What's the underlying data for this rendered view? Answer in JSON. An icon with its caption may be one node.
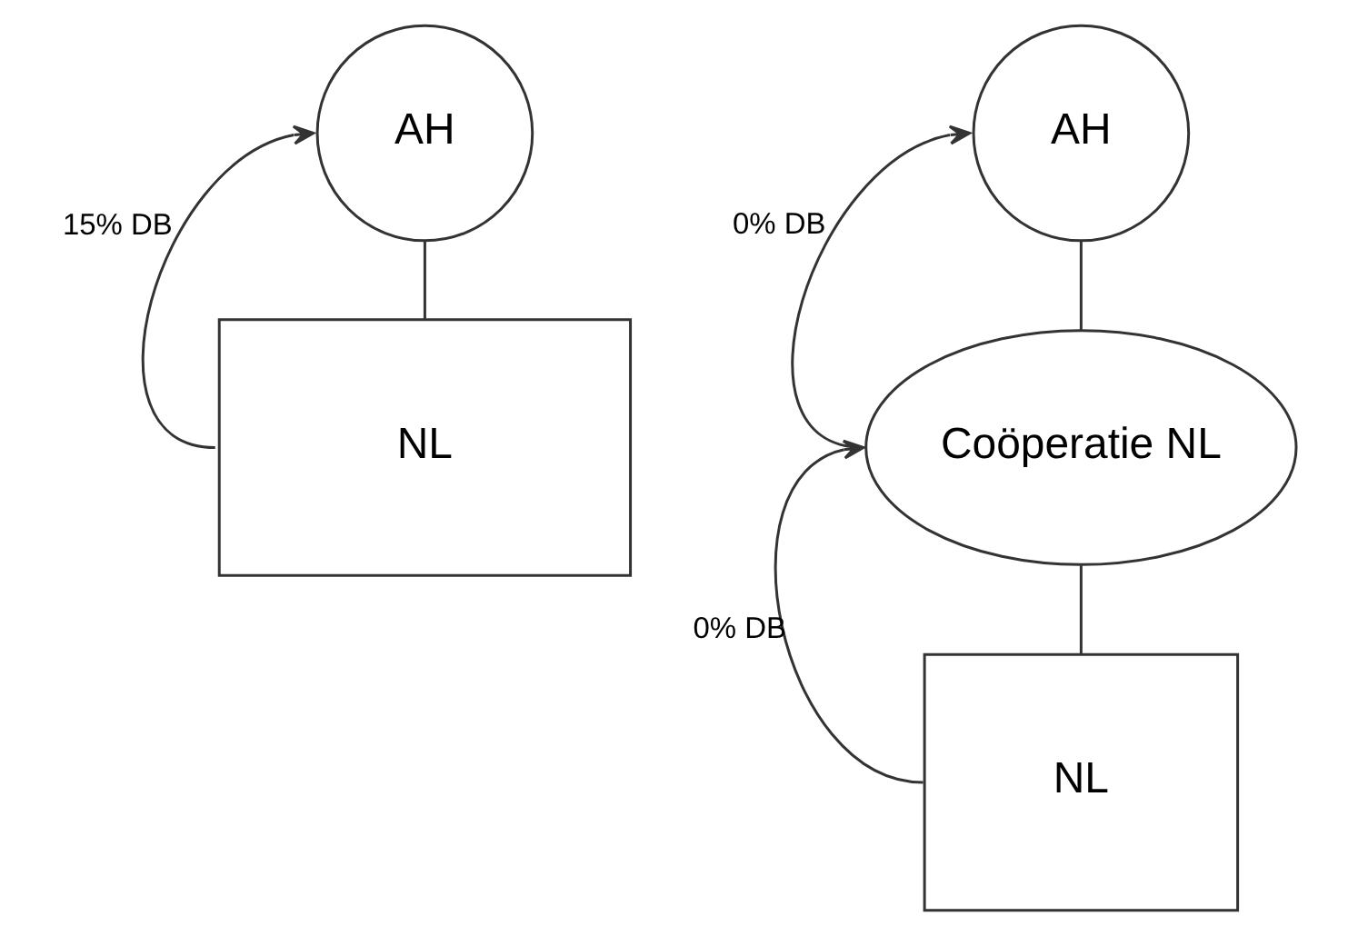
{
  "diagram": {
    "nodes": [
      {
        "text": [
          "AH"
        ]
      },
      {
        "text": [
          "NL"
        ]
      },
      {
        "text": [
          "AH"
        ]
      },
      {
        "text": [
          "Coöperatie NL"
        ]
      },
      {
        "text": [
          "NL"
        ]
      }
    ],
    "edges": [
      {
        "from": 0,
        "to": 1,
        "arrow": "none"
      },
      {
        "from": 1,
        "to": 0,
        "arrow": "to",
        "label": "15% DB"
      },
      {
        "from": 2,
        "to": 3,
        "arrow": "none"
      },
      {
        "from": 3,
        "to": 2,
        "arrow": "to",
        "label": "0% DB"
      },
      {
        "from": 3,
        "to": 4,
        "arrow": "none"
      },
      {
        "from": 4,
        "to": 3,
        "arrow": "to",
        "label": "0% DB"
      }
    ]
  }
}
